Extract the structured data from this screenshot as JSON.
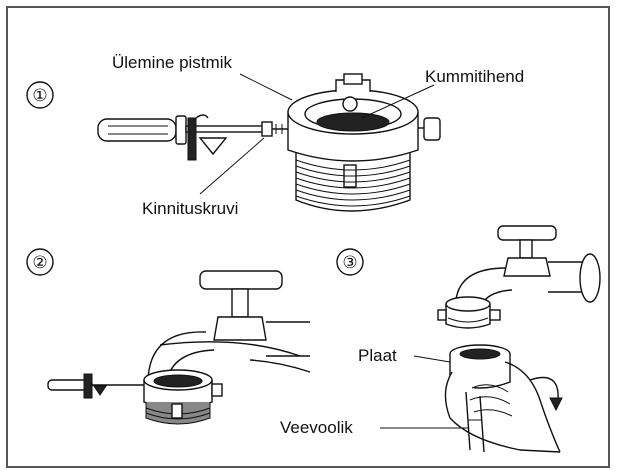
{
  "steps": [
    "①",
    "②",
    "③"
  ],
  "labels": {
    "upper_fitting": "Ülemine pistmik",
    "rubber_gasket": "Kummitihend",
    "fixing_screw": "Kinnituskruvi",
    "plate": "Plaat",
    "water_hose": "Veevoolik"
  },
  "colors": {
    "border": "#555555",
    "line": "#111111",
    "background": "#ffffff"
  }
}
